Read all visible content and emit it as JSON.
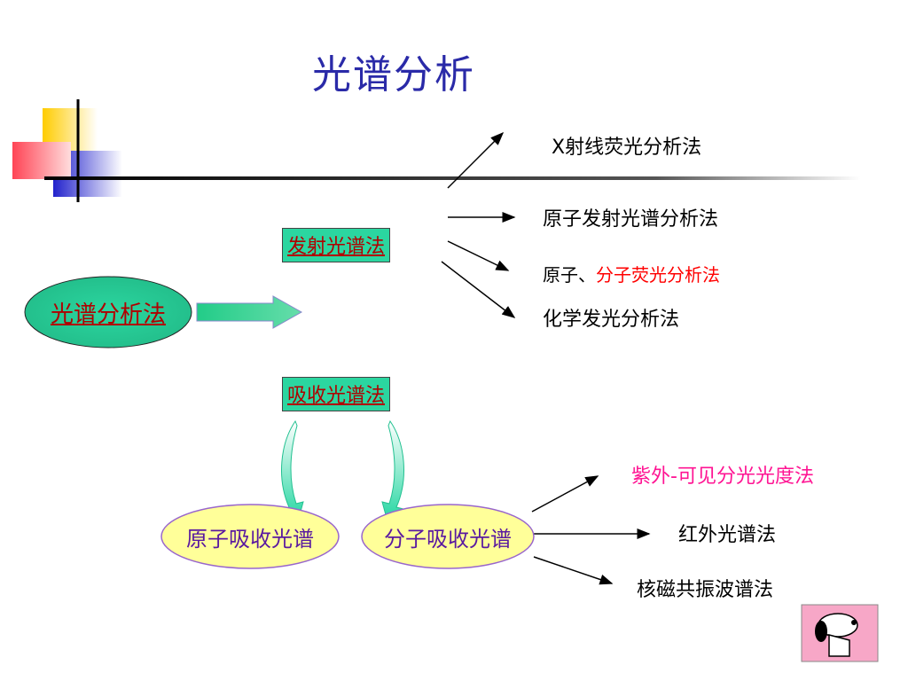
{
  "title": "光谱分析",
  "main_method": "光谱分析法",
  "emission": {
    "label": "发射光谱法",
    "items": {
      "xray": "X射线荧光分析法",
      "atomic_emission": "原子发射光谱分析法",
      "fluorescence_prefix": "原子、",
      "fluorescence_rest": "分子荧光分析法",
      "chemiluminescence": "化学发光分析法"
    }
  },
  "absorption": {
    "label": "吸收光谱法",
    "atomic": "原子吸收光谱",
    "molecular": "分子吸收光谱",
    "items": {
      "uv_vis": "紫外-可见分光光度法",
      "infrared": "红外光谱法",
      "nmr": "核磁共振波谱法"
    }
  },
  "colors": {
    "title": "#2a2aa8",
    "teal": "#2bd6a0",
    "box_text": "#b00000",
    "ellipse_yellow": "#ffff99",
    "pink_text": "#ff1493",
    "arrow_green": "#33cc88"
  },
  "decor": {
    "corner_icon": "color-blocks-icon",
    "snoopy_icon": "snoopy-icon"
  }
}
